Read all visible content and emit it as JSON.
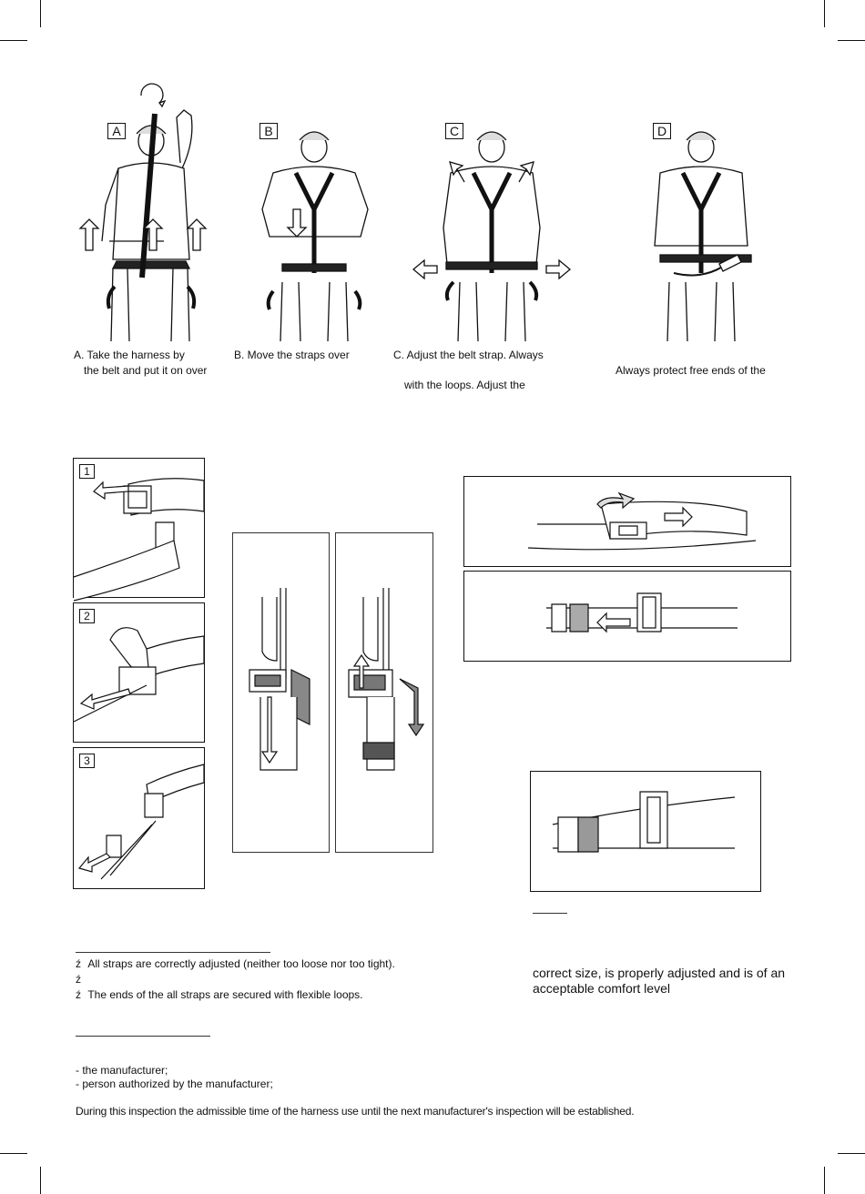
{
  "figures": {
    "steps": [
      {
        "label": "A",
        "caption_lines": [
          "A. Take the harness by",
          "the belt and put it on over"
        ]
      },
      {
        "label": "B",
        "caption_lines": [
          "B. Move the straps over"
        ]
      },
      {
        "label": "C",
        "caption_lines": [
          "C. Adjust the belt strap. Always",
          "with the loops. Adjust the"
        ]
      },
      {
        "label": "D",
        "caption_lines": [
          "Always protect free ends of the"
        ]
      }
    ],
    "buckle_steps": [
      "1",
      "2",
      "3"
    ]
  },
  "checklist": {
    "bullet": "ź",
    "items": [
      "All straps are correctly adjusted (neither too loose nor too tight).",
      "",
      "The ends of the all straps are secured with flexible loops."
    ]
  },
  "right_note": {
    "lines": [
      "correct size, is properly adjusted and is of an",
      "acceptable comfort level"
    ]
  },
  "inspection": {
    "lines": [
      "- the manufacturer;",
      "- person authorized by the manufacturer;"
    ],
    "statement": "During this inspection the admissible time of the harness use until the next manufacturer's inspection will be established."
  }
}
